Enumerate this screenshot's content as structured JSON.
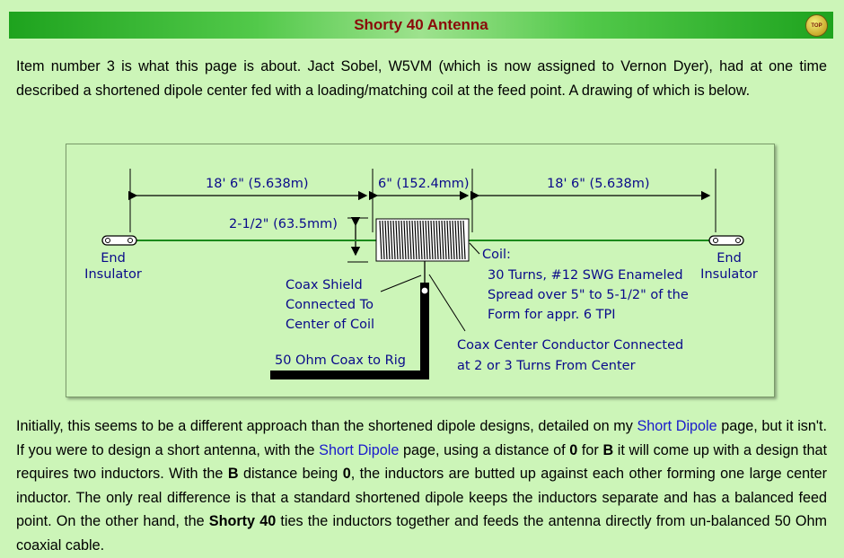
{
  "header": {
    "title": "Shorty 40 Antenna",
    "top_button": "TOP"
  },
  "intro": {
    "text": "Item number 3 is what this page is about. Jact Sobel, W5VM (which is now assigned to Vernon Dyer), had at one time described a shortened dipole center fed with a loading/matching coil at the feed point. A drawing of which is below."
  },
  "diagram": {
    "dim_left": "18' 6\" (5.638m)",
    "dim_center": "6\" (152.4mm)",
    "dim_right": "18' 6\" (5.638m)",
    "dim_coil_diameter": "2-1/2\" (63.5mm)",
    "left_insulator_line1": "End",
    "left_insulator_line2": "Insulator",
    "right_insulator_line1": "End",
    "right_insulator_line2": "Insulator",
    "coil_label": "Coil:",
    "coil_line1": "30 Turns, #12 SWG Enameled",
    "coil_line2": "Spread over 5\" to 5-1/2\" of the",
    "coil_line3": "Form for appr. 6 TPI",
    "shield_line1": "Coax Shield",
    "shield_line2": "Connected To",
    "shield_line3": "Center of Coil",
    "coax_label": "50 Ohm Coax to Rig",
    "center_line1": "Coax Center Conductor Connected",
    "center_line2": "at 2 or 3 Turns From Center"
  },
  "body2": {
    "s1": "Initially, this seems to be a different approach than the shortened dipole designs, detailed on my ",
    "link1": "Short Dipole",
    "s2": " page, but it isn't. If you were to design a short antenna, with the ",
    "link2": "Short Dipole",
    "s3": " page, using a distance of ",
    "b1": "0",
    "s4": " for ",
    "b2": "B",
    "s5": " it will come up with a design that requires two inductors. With the ",
    "b3": "B",
    "s6": " distance being ",
    "b4": "0",
    "s7": ", the inductors are butted up against each other forming one large center inductor. The only real difference is that a standard shortened dipole keeps the inductors separate and has a balanced feed point. On the other hand, the ",
    "b5": "Shorty 40",
    "s8": " ties the inductors together and feeds the antenna directly from un-balanced 50 Ohm coaxial cable."
  },
  "colors": {
    "background": "#ccf5b8",
    "title": "#8a0a0a",
    "link": "#1a1acc",
    "diagram_text": "#0a0a8a",
    "wire": "#1a8a1a"
  }
}
